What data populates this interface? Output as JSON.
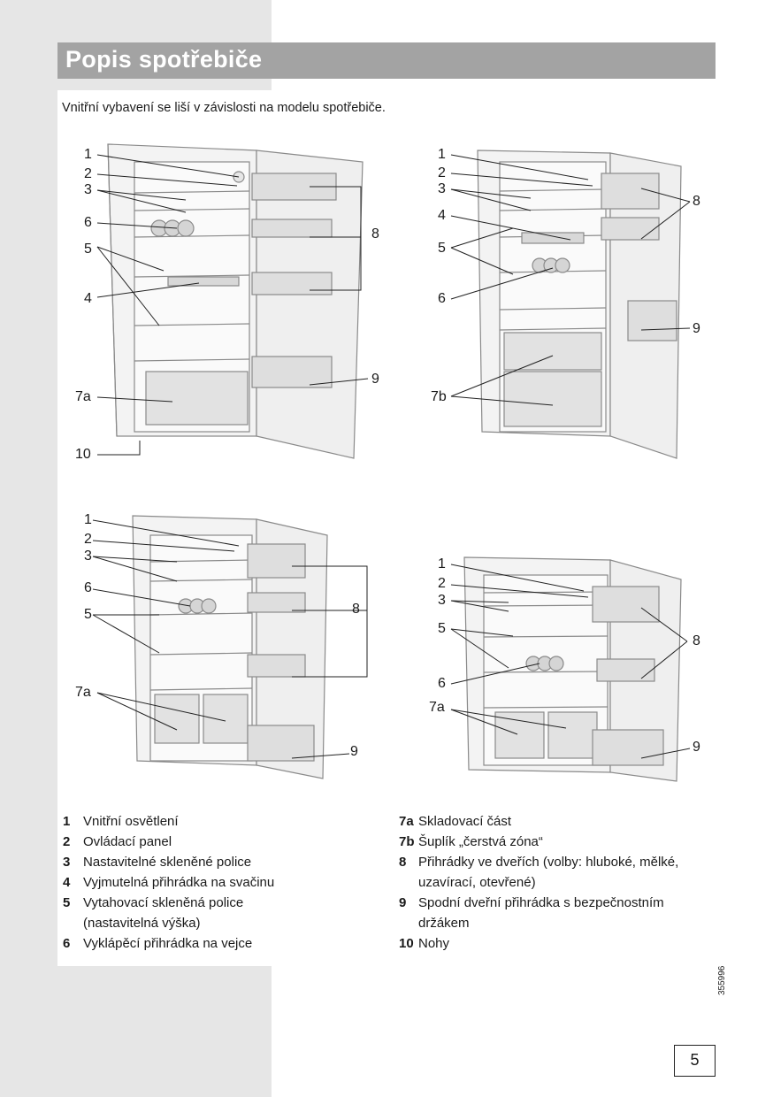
{
  "header": {
    "title": "Popis spotřebiče"
  },
  "intro": "Vnitřní vybavení se liší v závislosti na modelu spotřebiče.",
  "figures": {
    "fig1": {
      "l1": "1",
      "l2": "2",
      "l3": "3",
      "l6": "6",
      "l5": "5",
      "l4": "4",
      "l8": "8",
      "l9": "9",
      "l7a": "7a",
      "l10": "10"
    },
    "fig2": {
      "l1": "1",
      "l2": "2",
      "l3": "3",
      "l4": "4",
      "l5": "5",
      "l6": "6",
      "l8": "8",
      "l9": "9",
      "l7b": "7b"
    },
    "fig3": {
      "l1": "1",
      "l2": "2",
      "l3": "3",
      "l6": "6",
      "l5": "5",
      "l8": "8",
      "l7a": "7a",
      "l9": "9"
    },
    "fig4": {
      "l1": "1",
      "l2": "2",
      "l3": "3",
      "l5": "5",
      "l8": "8",
      "l6": "6",
      "l7a": "7a",
      "l9": "9"
    }
  },
  "legend": {
    "left": [
      {
        "num": "1",
        "text": "Vnitřní osvětlení"
      },
      {
        "num": "2",
        "text": "Ovládací panel"
      },
      {
        "num": "3",
        "text": "Nastavitelné skleněné police"
      },
      {
        "num": "4",
        "text": "Vyjmutelná přihrádka na svačinu"
      },
      {
        "num": "5",
        "text": "Vytahovací skleněná police"
      },
      {
        "num": "",
        "text": "(nastavitelná výška)"
      },
      {
        "num": "6",
        "text": "Vyklápěcí přihrádka na vejce"
      }
    ],
    "right": [
      {
        "num": "7a",
        "text": "Skladovací část"
      },
      {
        "num": "7b",
        "text": "Šuplík „čerstvá zóna“"
      },
      {
        "num": "8",
        "text": "Přihrádky ve dveřích (volby: hluboké, mělké,"
      },
      {
        "num": "",
        "text": "uzavírací, otevřené)"
      },
      {
        "num": "9",
        "text": "Spodní dveřní přihrádka s bezpečnostním"
      },
      {
        "num": "",
        "text": "držákem"
      },
      {
        "num": "10",
        "text": "Nohy"
      }
    ]
  },
  "document_code": "355996",
  "page_number": "5"
}
